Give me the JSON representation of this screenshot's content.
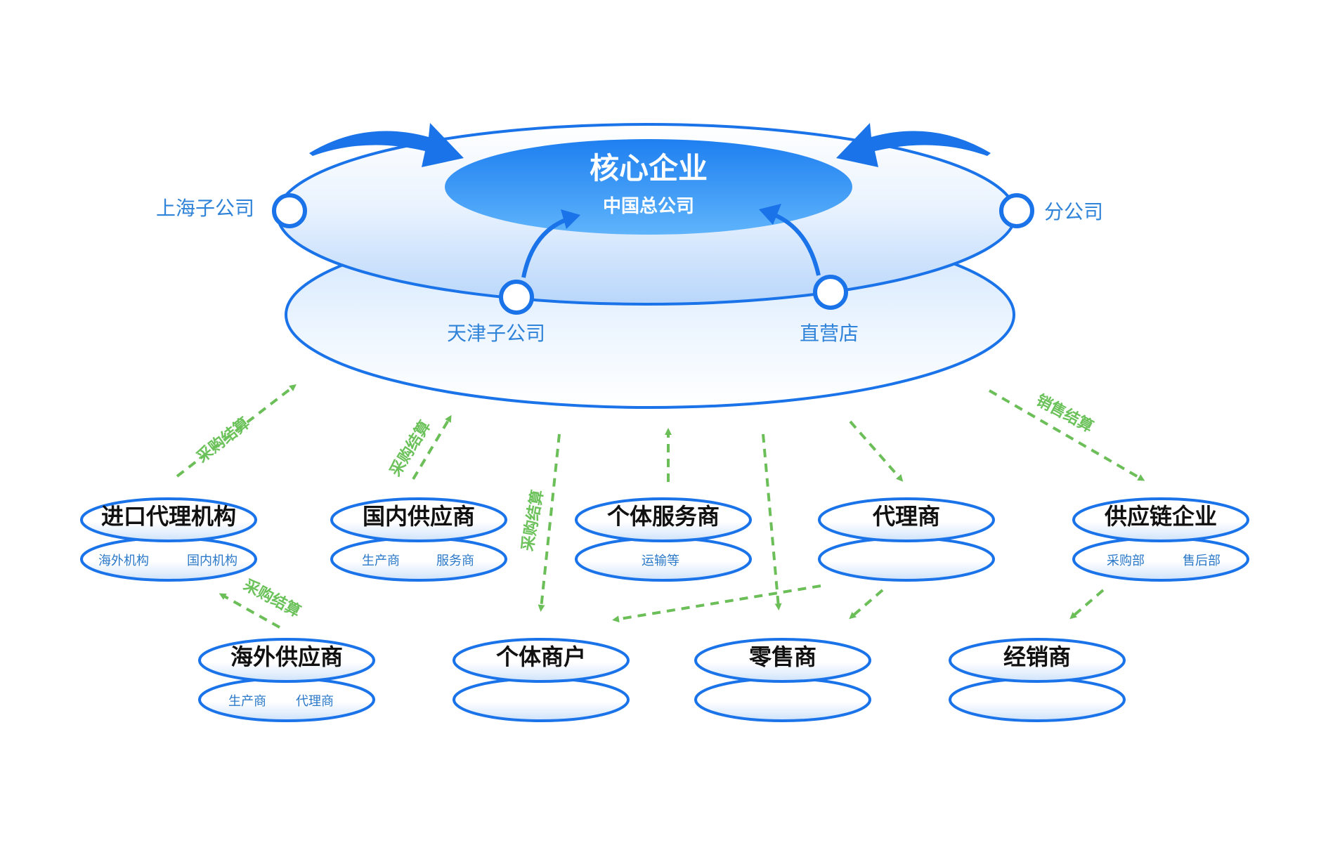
{
  "core": {
    "title": "核心企业",
    "subtitle": "中国总公司",
    "branches": [
      "上海子公司",
      "分公司",
      "天津子公司",
      "直营店"
    ]
  },
  "nodes": [
    {
      "id": "import-agency",
      "title": "进口代理机构",
      "subs": [
        "海外机构",
        "国内机构"
      ]
    },
    {
      "id": "domestic-supplier",
      "title": "国内供应商",
      "subs": [
        "生产商",
        "服务商"
      ]
    },
    {
      "id": "individual-service",
      "title": "个体服务商",
      "subs": [
        "运输等"
      ]
    },
    {
      "id": "agent",
      "title": "代理商",
      "subs": []
    },
    {
      "id": "supply-chain",
      "title": "供应链企业",
      "subs": [
        "采购部",
        "售后部"
      ]
    },
    {
      "id": "overseas-supplier",
      "title": "海外供应商",
      "subs": [
        "生产商",
        "代理商"
      ]
    },
    {
      "id": "individual-merchant",
      "title": "个体商户",
      "subs": []
    },
    {
      "id": "retailer",
      "title": "零售商",
      "subs": []
    },
    {
      "id": "distributor",
      "title": "经销商",
      "subs": []
    }
  ],
  "flow_labels": {
    "purchase": "采购结算",
    "sales": "销售结算"
  },
  "colors": {
    "primary_blue": "#1a73e8",
    "label_blue": "#2f83d8",
    "flow_green": "#6cbf58"
  }
}
